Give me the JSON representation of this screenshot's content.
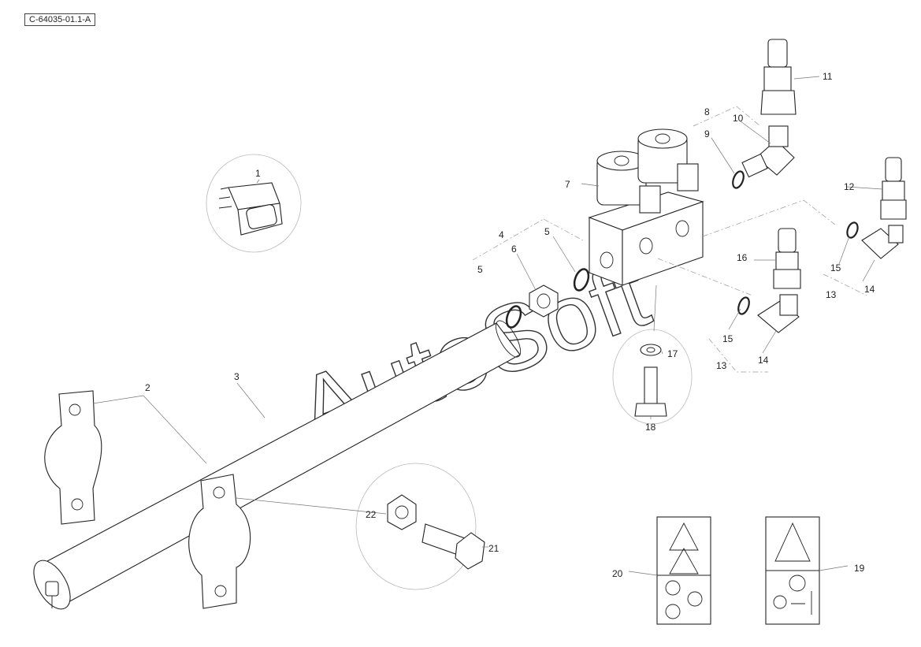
{
  "drawing": {
    "reference": "C-64035-01.1-A",
    "watermark": "AutoSoft"
  },
  "callouts": [
    "1",
    "2",
    "3",
    "4",
    "5",
    "5",
    "6",
    "7",
    "8",
    "9",
    "10",
    "11",
    "12",
    "13",
    "13",
    "14",
    "14",
    "15",
    "15",
    "16",
    "17",
    "18",
    "19",
    "20",
    "21",
    "22"
  ],
  "colors": {
    "line": "#222222",
    "leader": "#777777",
    "background": "#ffffff"
  }
}
